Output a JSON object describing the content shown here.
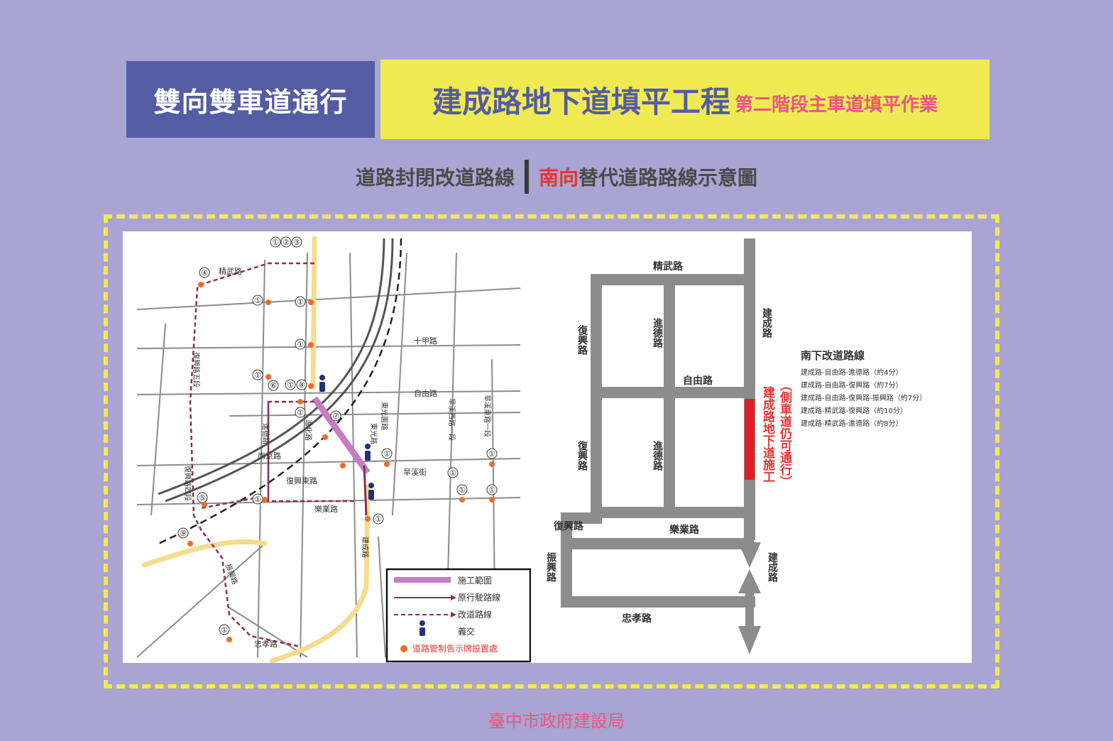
{
  "header": {
    "left_label": "雙向雙車道通行",
    "title": "建成路地下道填平工程",
    "subtitle": "第二階段主車道填平作業"
  },
  "subheader": {
    "left": "道路封閉改道路線",
    "highlight": "南向",
    "right": "替代道路路線示意圖"
  },
  "map": {
    "roads": [
      "精武路",
      "復興路五段",
      "十甲路",
      "自由路",
      "旱溪西路一段",
      "旱溪東路一段",
      "東光園路",
      "東光路",
      "進化路",
      "進德路",
      "南京路",
      "復興東路",
      "旱溪街",
      "樂業路",
      "復興路四段",
      "建成路",
      "振興路",
      "忠孝路"
    ],
    "sign_labels": [
      "①",
      "②",
      "③",
      "④",
      "⑤",
      "⑥",
      "⑦",
      "⑧",
      "⑨"
    ],
    "legend": {
      "construction": "施工範圍",
      "original_route": "原行駛路線",
      "detour_route": "改道路線",
      "traffic_volunteer": "義交",
      "sign": "道路管制告示牌設置處"
    }
  },
  "schematic": {
    "roads": {
      "jingwu": "精武路",
      "fuxing1": "復興路",
      "jinde1": "進德路",
      "jiancheng_top": "建成路",
      "ziyou": "自由路",
      "fuxing2": "復興路",
      "jinde2": "進德路",
      "fuxing3": "復興路",
      "leye": "樂業路",
      "zhenxing": "振興路",
      "zhongxiao": "忠孝路",
      "jiancheng_bottom": "建成路"
    },
    "construction_label": "建成路地下道施工",
    "side_lane_label": "（側車道仍可通行）",
    "detour_title": "南下改道路線",
    "detour_routes": [
      "建成路-自由路-進德路（約4分）",
      "建成路-自由路-復興路（約7分）",
      "建成路-自由路-復興路-振興路（約7分）",
      "建成路-精武路-復興路（約10分）",
      "建成路-精武路-進德路（約8分）"
    ]
  },
  "footer": "臺中市政府建設局",
  "colors": {
    "background": "#aaa4d2",
    "banner_blue": "#545ca3",
    "banner_yellow": "#f0ea52",
    "accent_pink": "#e8577e",
    "construction_red": "#e02020",
    "road_gray": "#8c8c8c",
    "construction_purple": "#c97cc6",
    "detour_maroon": "#8a2f55"
  }
}
